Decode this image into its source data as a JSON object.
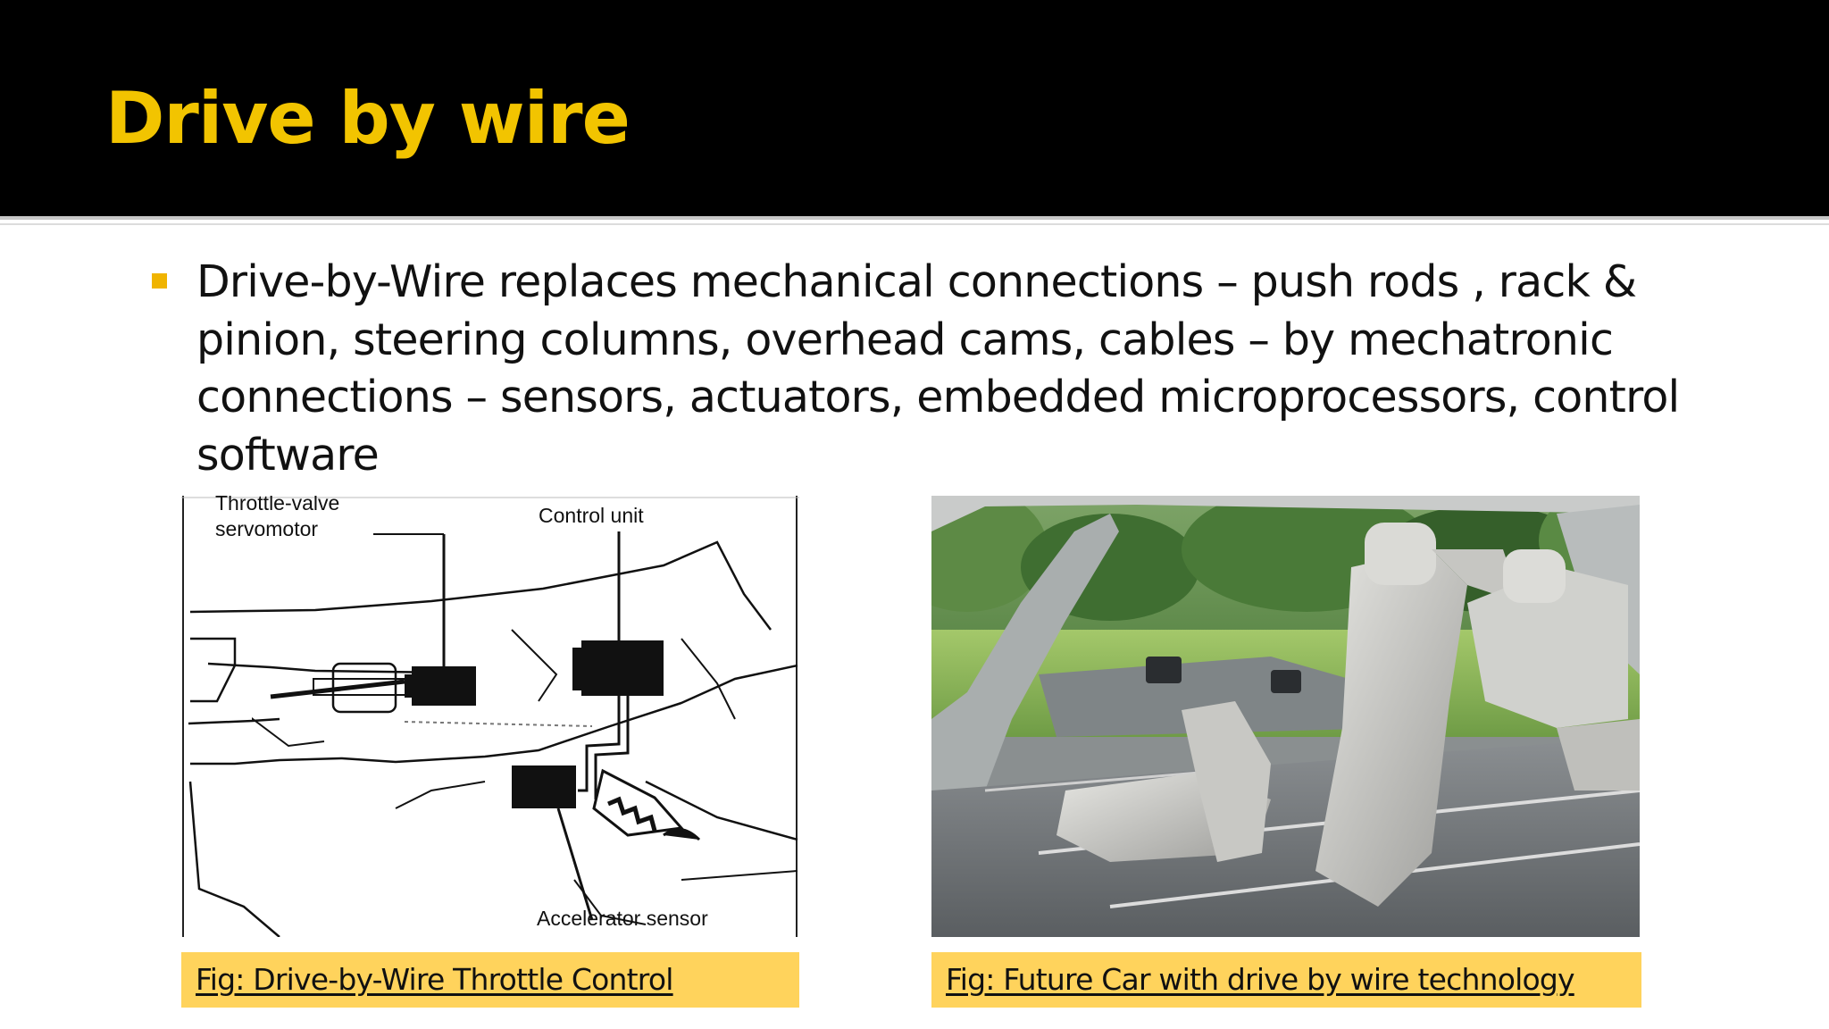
{
  "slide": {
    "title": "Drive by wire",
    "bullet": "Drive-by-Wire replaces mechanical connections – push rods , rack & pinion, steering columns, overhead cams, cables – by  mechatronic connections – sensors, actuators, embedded microprocessors, control software"
  },
  "figures": {
    "left": {
      "labels": {
        "servo_line1": "Throttle-valve",
        "servo_line2": "servomotor",
        "control_unit": "Control unit",
        "accelerator": "Accelerator sensor"
      },
      "caption": "Fig: Drive-by-Wire Throttle Control"
    },
    "right": {
      "caption": "Fig: Future Car with drive by wire technology"
    }
  },
  "colors": {
    "header_bg": "#000000",
    "title": "#f2c400",
    "bullet": "#f0b400",
    "caption_bg": "#ffd35c"
  }
}
